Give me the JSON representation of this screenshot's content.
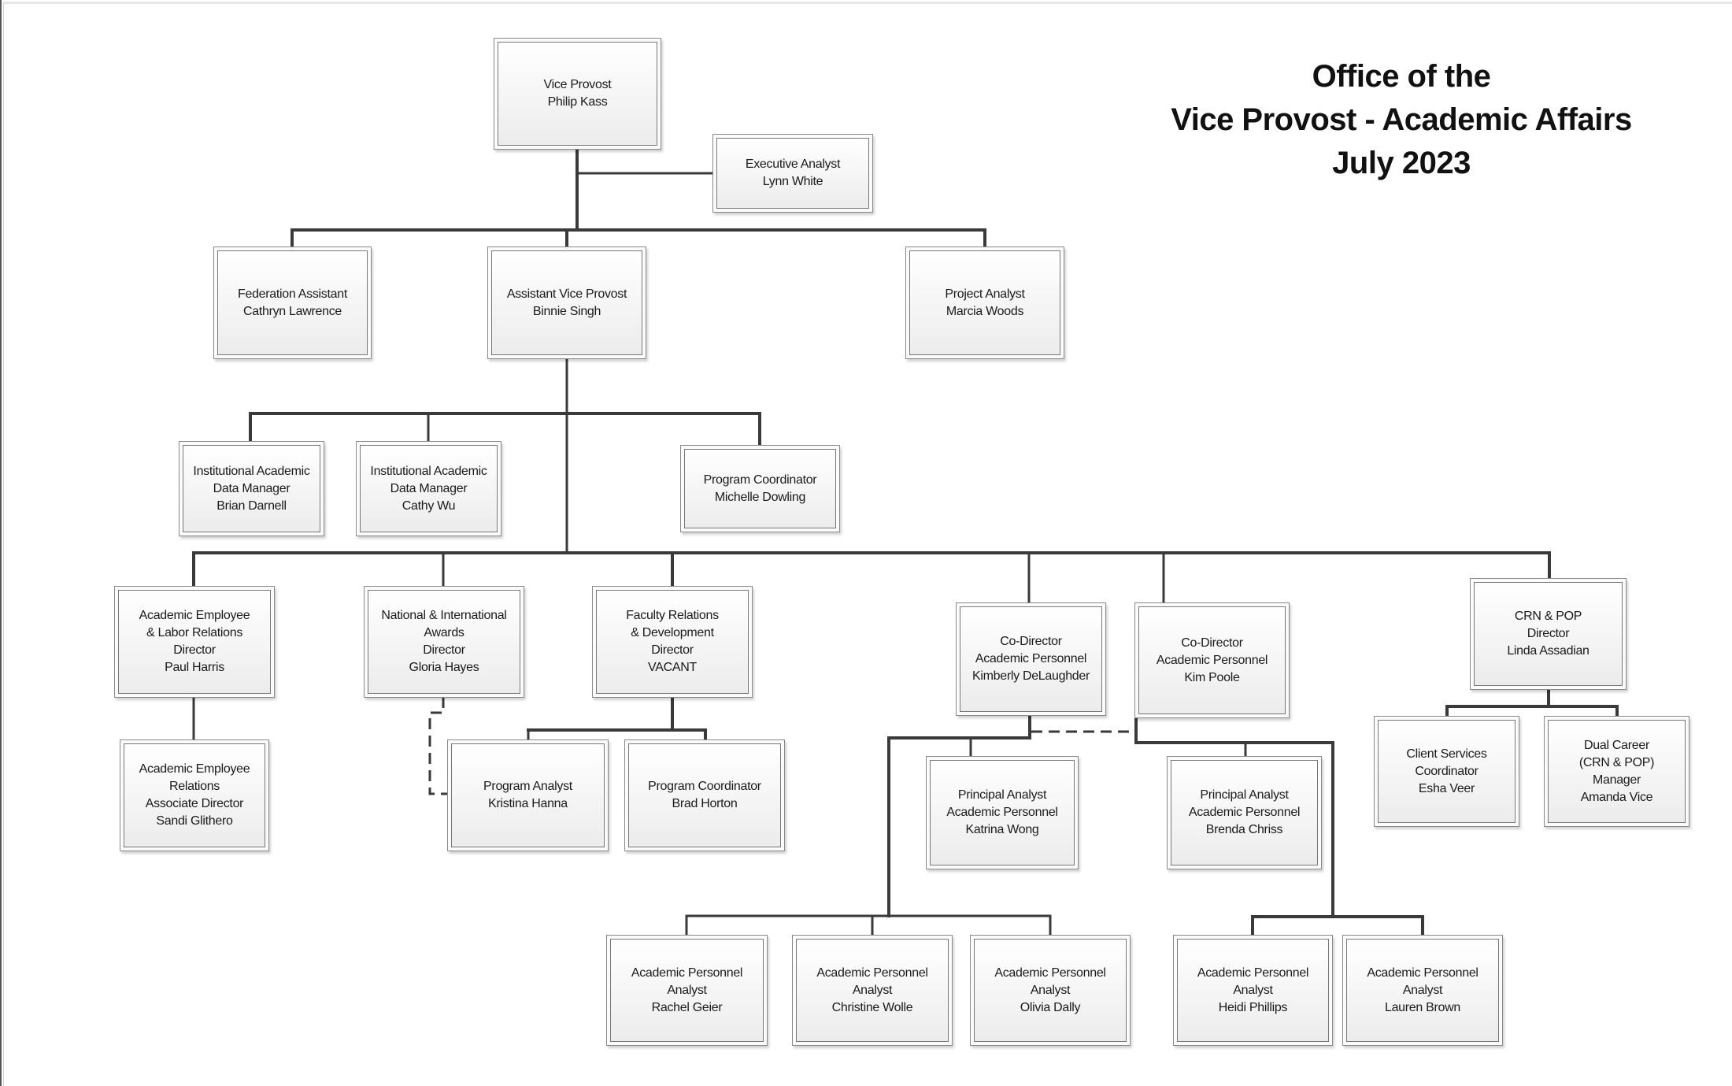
{
  "title": {
    "line1": "Office of the",
    "line2": "Vice Provost - Academic Affairs",
    "line3": "July 2023"
  },
  "nodes": {
    "vice_provost": [
      "Vice Provost",
      "Philip Kass"
    ],
    "executive_analyst": [
      "Executive Analyst",
      "Lynn White"
    ],
    "federation_assistant": [
      "Federation Assistant",
      "Cathryn Lawrence"
    ],
    "assistant_vice_provost": [
      "Assistant Vice Provost",
      "Binnie Singh"
    ],
    "project_analyst": [
      "Project Analyst",
      "Marcia Woods"
    ],
    "iadm_brian": [
      "Institutional Academic",
      "Data Manager",
      "Brian Darnell"
    ],
    "iadm_cathy": [
      "Institutional Academic",
      "Data Manager",
      "Cathy Wu"
    ],
    "program_coordinator_michelle": [
      "Program Coordinator",
      "Michelle Dowling"
    ],
    "aelr_director": [
      "Academic Employee",
      "& Labor Relations",
      "Director",
      "Paul Harris"
    ],
    "awards_director": [
      "National & International",
      "Awards",
      "Director",
      "Gloria Hayes"
    ],
    "faculty_relations_director": [
      "Faculty Relations",
      "& Development",
      "Director",
      "VACANT"
    ],
    "codirector_kimberly": [
      "Co-Director",
      "Academic Personnel",
      "Kimberly DeLaughder"
    ],
    "codirector_kim": [
      "Co-Director",
      "Academic Personnel",
      "Kim Poole"
    ],
    "crn_pop_director": [
      "CRN & POP",
      "Director",
      "Linda Assadian"
    ],
    "aer_associate_director": [
      "Academic Employee",
      "Relations",
      "Associate Director",
      "Sandi Glithero"
    ],
    "program_analyst_kristina": [
      "Program Analyst",
      "Kristina Hanna"
    ],
    "program_coordinator_brad": [
      "Program Coordinator",
      "Brad Horton"
    ],
    "principal_analyst_katrina": [
      "Principal Analyst",
      "Academic Personnel",
      "Katrina Wong"
    ],
    "principal_analyst_brenda": [
      "Principal Analyst",
      "Academic Personnel",
      "Brenda Chriss"
    ],
    "client_services_esha": [
      "Client Services",
      "Coordinator",
      "Esha Veer"
    ],
    "dual_career_amanda": [
      "Dual Career",
      "(CRN & POP)",
      "Manager",
      "Amanda Vice"
    ],
    "ap_analyst_rachel": [
      "Academic Personnel",
      "Analyst",
      "Rachel Geier"
    ],
    "ap_analyst_christine": [
      "Academic Personnel",
      "Analyst",
      "Christine Wolle"
    ],
    "ap_analyst_olivia": [
      "Academic Personnel",
      "Analyst",
      "Olivia Dally"
    ],
    "ap_analyst_heidi": [
      "Academic Personnel",
      "Analyst",
      "Heidi Phillips"
    ],
    "ap_analyst_lauren": [
      "Academic Personnel",
      "Analyst",
      "Lauren Brown"
    ]
  },
  "colors": {
    "connector": "#3a3a3a",
    "box_border": "#8a8a8a",
    "box_fill_top": "#ffffff",
    "box_fill_bottom": "#ececec"
  }
}
